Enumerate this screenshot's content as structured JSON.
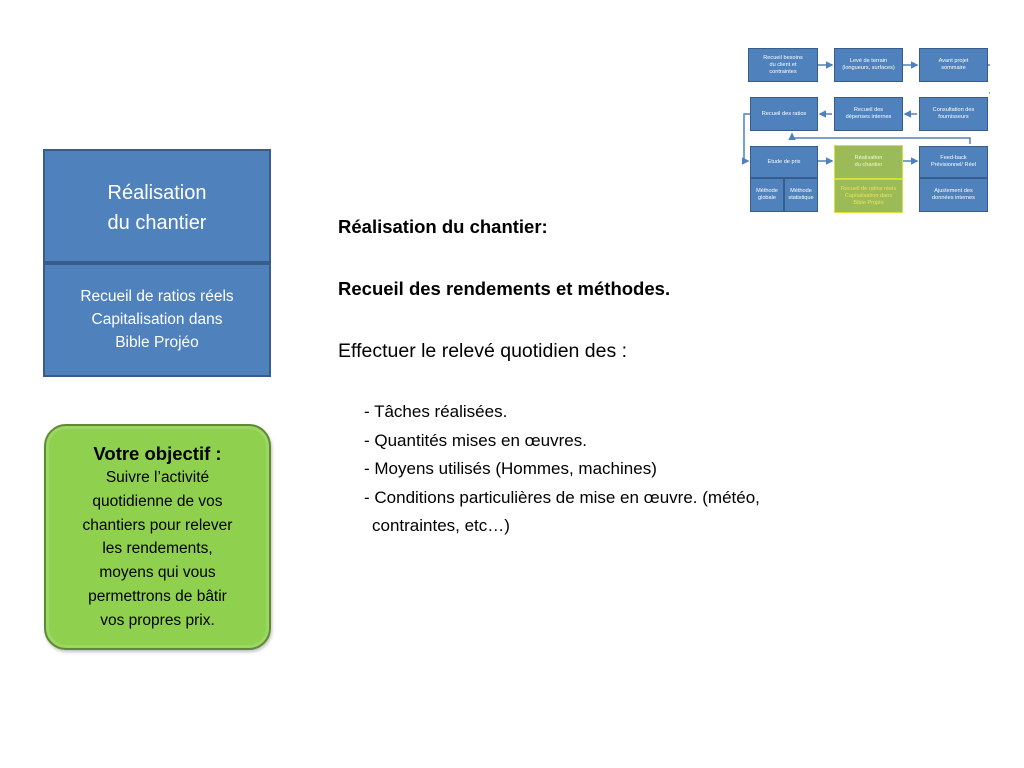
{
  "stage_box": {
    "title_lines": [
      "Réalisation",
      "du chantier"
    ],
    "body_lines": [
      "Recueil de ratios réels",
      "Capitalisation dans",
      "Bible Projéo"
    ]
  },
  "objective": {
    "title": "Votre objectif :",
    "lines": [
      "Suivre l’activité",
      "quotidienne de vos",
      "chantiers pour relever",
      "les rendements,",
      "moyens qui vous",
      "permettrons de bâtir",
      "vos propres prix."
    ]
  },
  "main": {
    "heading": "Réalisation du chantier:",
    "subheading": "Recueil des rendements et méthodes.",
    "intro": "Effectuer le relevé quotidien des :",
    "items": [
      "- Tâches réalisées.",
      "- Quantités mises en œuvres.",
      "- Moyens utilisés (Hommes, machines)",
      "- Conditions particulières de mise en œuvre. (météo,",
      "contraintes, etc…)"
    ]
  },
  "diagram": {
    "row1": [
      [
        "Recueil besoins",
        "du client et",
        "contraintes"
      ],
      [
        "Levé de terrain",
        "(longueurs, surfaces)"
      ],
      [
        "Avant projet",
        "sommaire"
      ]
    ],
    "row2": [
      [
        "Recueil des ratios"
      ],
      [
        "Recueil des",
        "dépenses internes"
      ],
      [
        "Consultation des",
        "fournisseurs"
      ]
    ],
    "row3": {
      "estimate": [
        "Etude de prix"
      ],
      "method_global": [
        "Méthode",
        "globale"
      ],
      "method_stat": [
        "Méthode",
        "statistique"
      ],
      "realisation": [
        "Réalisation",
        "du chantier"
      ],
      "realisation_sub": [
        "Recueil de ratios réels",
        "Capitalisation dans",
        "Bible Projéo"
      ],
      "feedback": [
        "Feed-back",
        "Prévisionnel/ Réel"
      ],
      "adjust": [
        "Ajustement des",
        "données internes"
      ]
    }
  },
  "colors": {
    "blue_box": "#4f81bd",
    "blue_border": "#385d8a",
    "green_box": "#8fd14f",
    "arrow": "#4f81bd"
  }
}
